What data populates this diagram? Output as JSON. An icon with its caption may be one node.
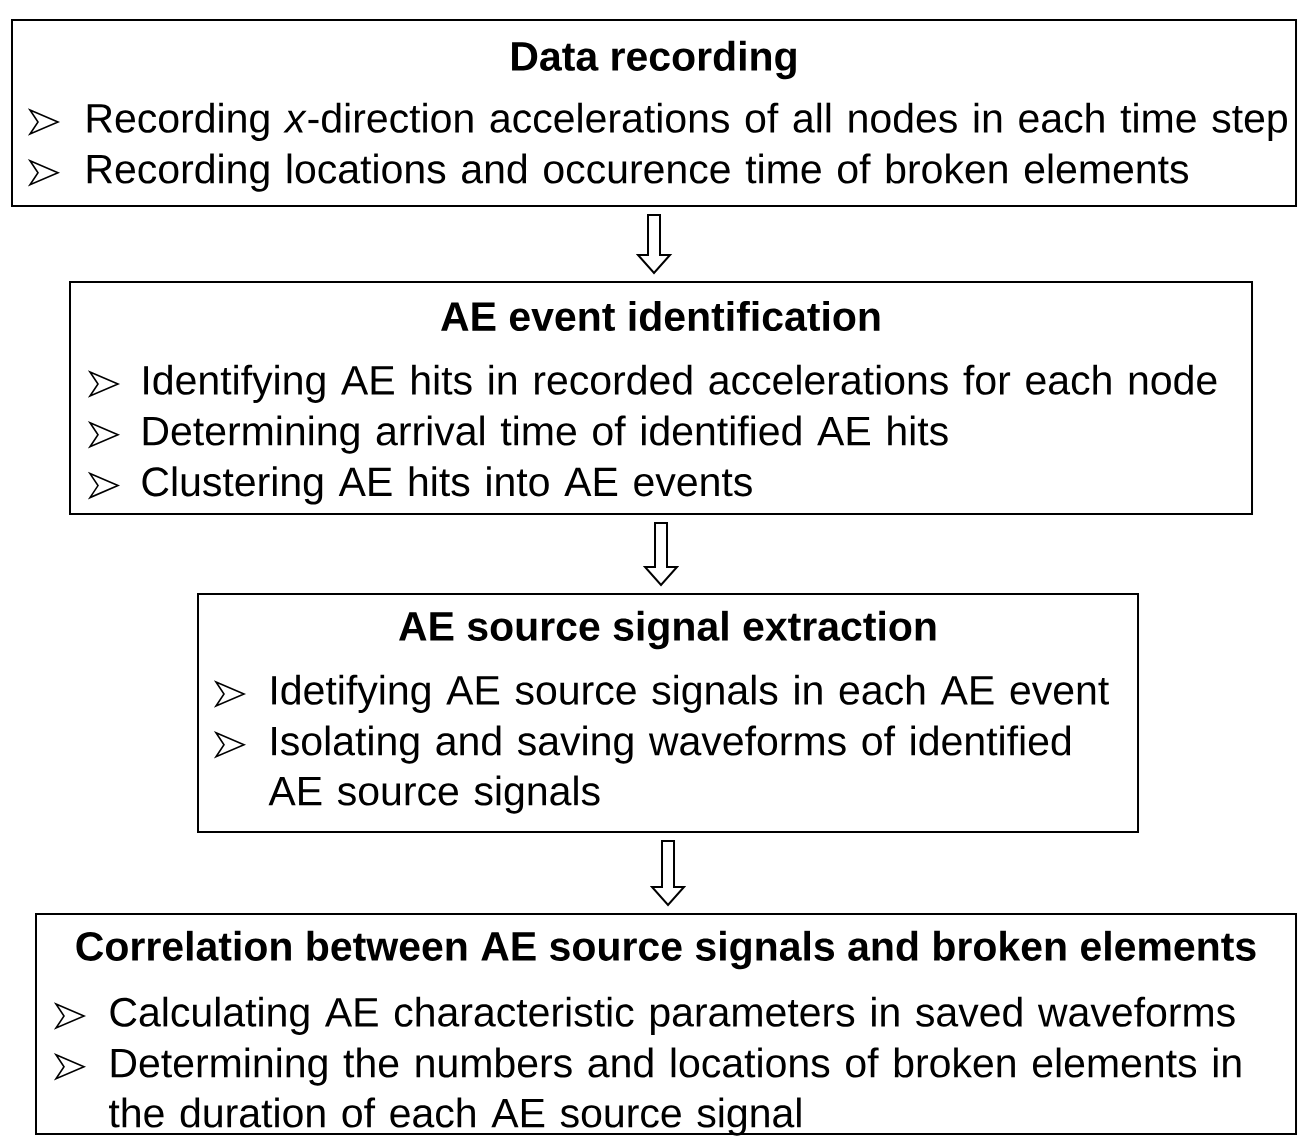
{
  "diagram": {
    "nodes": [
      {
        "text": [
          "Data recording",
          "Recording *x*-direction accelerations of all nodes in each time step",
          "Recording locations and occurence time of broken elements"
        ]
      },
      {
        "text": [
          "AE event identification",
          "Identifying AE hits in recorded accelerations for each node",
          "Determining arrival time of identified AE hits",
          "Clustering AE hits into AE events"
        ]
      },
      {
        "text": [
          "AE source signal extraction",
          "Idetifying AE source signals in each AE event",
          "Isolating and saving waveforms of identified AE source signals"
        ]
      },
      {
        "text": [
          "Correlation between AE source signals and broken elements",
          "Calculating AE characteristic parameters in saved waveforms",
          "Determining the numbers and locations of broken elements in the duration of each AE source signal"
        ]
      }
    ],
    "edges": [
      {
        "from": 0,
        "to": 1,
        "arrow": "to"
      },
      {
        "from": 1,
        "to": 2,
        "arrow": "to"
      },
      {
        "from": 2,
        "to": 3,
        "arrow": "to"
      }
    ]
  }
}
